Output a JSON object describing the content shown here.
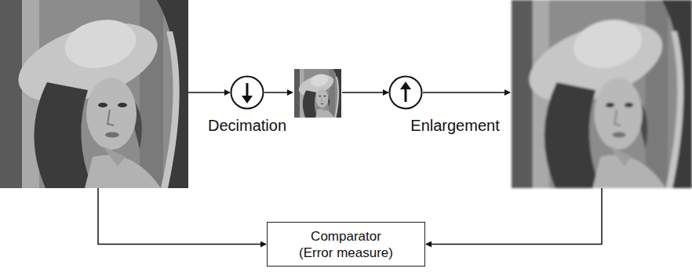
{
  "diagram": {
    "nodes": [
      {
        "text": [
          "Decimation"
        ]
      },
      {
        "text": [
          "Enlargement"
        ]
      },
      {
        "text": [
          "Comparator",
          "(Error measure)"
        ]
      }
    ]
  }
}
